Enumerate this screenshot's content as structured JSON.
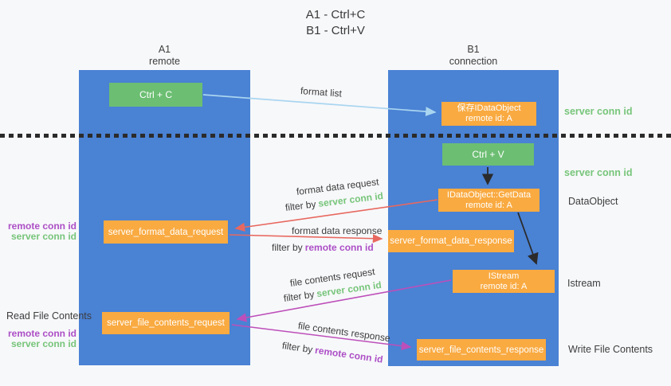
{
  "title": {
    "line1": "A1 - Ctrl+C",
    "line2": "B1 - Ctrl+V"
  },
  "lanes": {
    "a": {
      "name": "A1",
      "role": "remote"
    },
    "b": {
      "name": "B1",
      "role": "connection"
    }
  },
  "boxes": {
    "ctrl_c": "Ctrl + C",
    "ctrl_v": "Ctrl + V",
    "save_dataobject": "保存IDataObject",
    "getdata": "IDataObject::GetData",
    "istream": "IStream",
    "remote_id": "remote id: A",
    "format_request": "server_format_data_request",
    "format_response": "server_format_data_response",
    "file_request": "server_file_contents_request",
    "file_response": "server_file_contents_response"
  },
  "labels": {
    "format_list": "format list",
    "format_data_request": "format data request",
    "format_data_response": "format data response",
    "file_contents_request": "file contents request",
    "file_contents_response": "file contents response",
    "filter_by": "filter by",
    "server_conn_id": "server conn id",
    "remote_conn_id": "remote conn id",
    "dataobject": "DataObject",
    "istream": "Istream",
    "read_file_contents": "Read File Contents",
    "write_file_contents": "Write File Contents"
  },
  "colors": {
    "lane_blue": "#4a82d4",
    "box_green": "#6cbe72",
    "box_orange": "#f9aa41",
    "arrow_light_blue": "#a9d5f0",
    "arrow_black": "#2b2b2b",
    "arrow_red": "#e8685f",
    "arrow_magenta": "#bd4fba",
    "text_green": "#77c57a",
    "text_purple": "#ac4fc6",
    "text_dark": "#3d3d3d",
    "background": "#f7f8fa"
  }
}
